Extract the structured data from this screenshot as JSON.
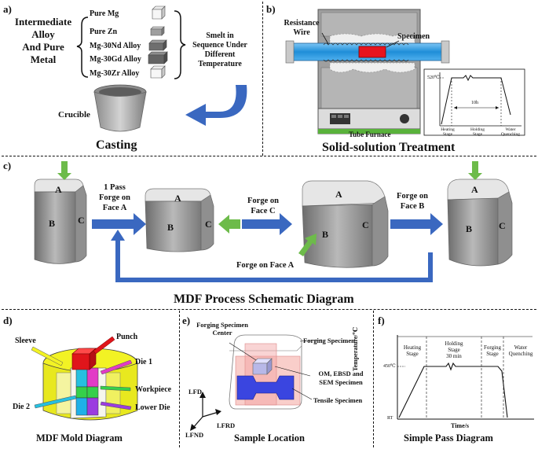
{
  "panel_a": {
    "label": "a)",
    "group_title": [
      "Intermediate",
      "Alloy",
      "And Pure",
      "Metal"
    ],
    "materials": [
      "Pure Mg",
      "Pure Zn",
      "Mg-30Nd Alloy",
      "Mg-30Gd Alloy",
      "Mg-30Zr Alloy"
    ],
    "smelt_note": [
      "Smelt in",
      "Sequence Under",
      "Different",
      "Temperature"
    ],
    "crucible": "Crucible",
    "caption": "Casting"
  },
  "panel_b": {
    "label": "b)",
    "resistance_wire": [
      "Resistance",
      "Wire"
    ],
    "specimen": "Specimen",
    "tube_furnace": "Tube Furnace",
    "caption": "Solid-solution Treatment",
    "inset": {
      "temp": "520℃",
      "duration": "10h",
      "stages": [
        [
          "Heating",
          "Stage"
        ],
        [
          "Holding",
          "Stage"
        ],
        [
          "Water",
          "Quenching"
        ]
      ]
    }
  },
  "panel_c": {
    "label": "c)",
    "step1": [
      "1 Pass",
      "Forge on",
      "Face A"
    ],
    "step2": [
      "Forge on",
      "Face C"
    ],
    "step3": [
      "Forge on",
      "Face B"
    ],
    "return_label": "Forge on Face A",
    "faces": {
      "a": "A",
      "b": "B",
      "c": "C"
    },
    "caption": "MDF Process Schematic Diagram"
  },
  "panel_d": {
    "label": "d)",
    "sleeve": "Sleeve",
    "punch": "Punch",
    "die1": "Die 1",
    "die2": "Die 2",
    "workpiece": "Workpiece",
    "lower_die": "Lower Die",
    "caption": "MDF Mold Diagram"
  },
  "panel_e": {
    "label": "e)",
    "center": [
      "Forging Specimen",
      "Center"
    ],
    "forging_specimen": "Forging Specimen",
    "om": [
      "OM, EBSD and",
      "SEM Specimen"
    ],
    "tensile": "Tensile Specimen",
    "axes": {
      "lfd": "LFD",
      "lfrd": "LFRD",
      "lfnd": "LFND"
    },
    "caption": "Sample Location"
  },
  "panel_f": {
    "label": "f)",
    "ylabel": "Temperature/℃",
    "xlabel": "Time/s",
    "temp": "450℃",
    "rt": "RT",
    "stages": [
      [
        "Heating",
        "Stage"
      ],
      [
        "Holding",
        "Stage",
        "30 min"
      ],
      [
        "Forging",
        "Stage"
      ],
      [
        "Water",
        "Quenching"
      ]
    ],
    "caption": "Simple Pass Diagram"
  },
  "colors": {
    "arrow_blue": "#3a68c0",
    "arrow_green": "#6dbb4a",
    "specimen_red": "#e8141e",
    "furnace_tube_blue": "#3aa0e6",
    "punch_red": "#e0151b",
    "sleeve_yellow": "#f2f224",
    "tensile_blue": "#3a45e0"
  }
}
